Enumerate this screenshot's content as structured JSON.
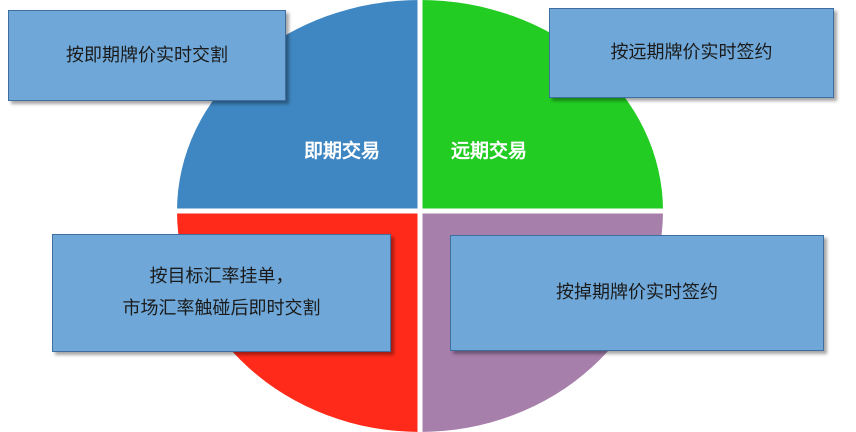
{
  "colors": {
    "spot": "#3f87c2",
    "forward": "#22cc22",
    "limit_order": "#ff2a1a",
    "swap": "#a77fab",
    "callout_fill": "#6fa8d8",
    "callout_border": "#3f6fa0"
  },
  "quadrants": {
    "top_left": {
      "label": "即期交易"
    },
    "top_right": {
      "label": "远期交易"
    }
  },
  "callouts": {
    "top_left": {
      "lines": [
        "按即期牌价实时交割"
      ]
    },
    "top_right": {
      "lines": [
        "按远期牌价实时签约"
      ]
    },
    "bottom_left": {
      "lines": [
        "按目标汇率挂单，",
        "市场汇率触碰后即时交割"
      ]
    },
    "bottom_right": {
      "lines": [
        "按掉期牌价实时签约"
      ]
    }
  }
}
